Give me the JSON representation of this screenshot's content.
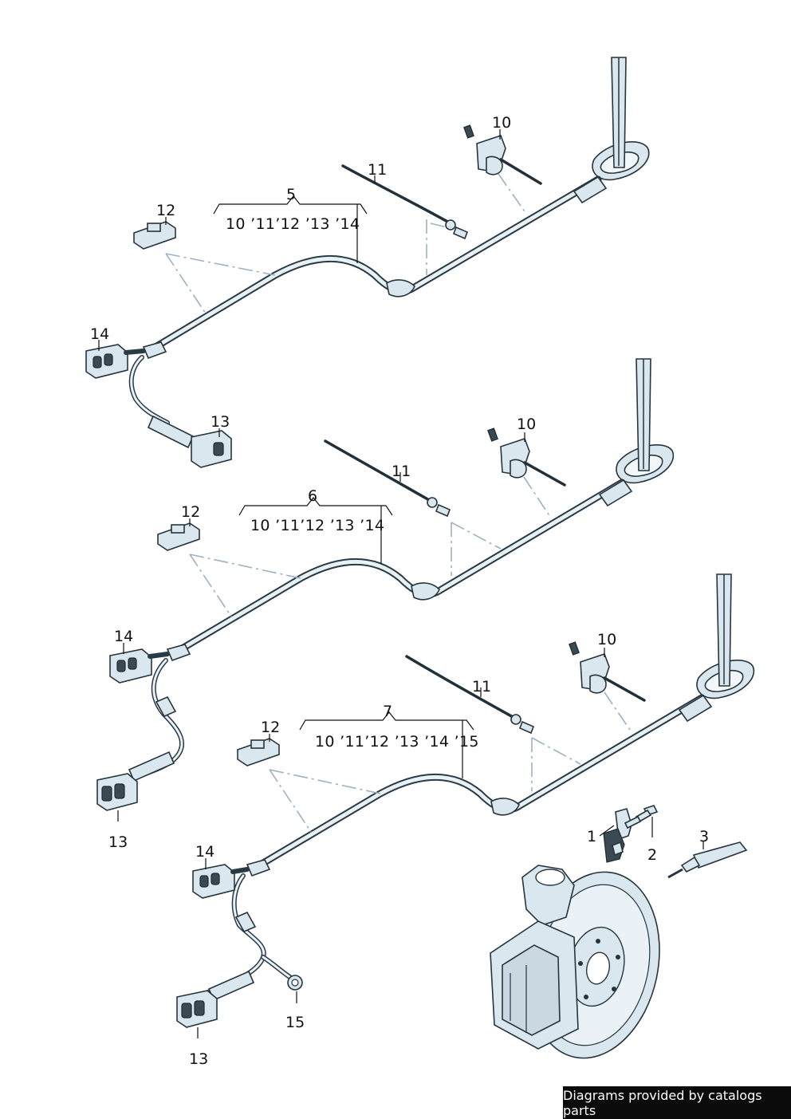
{
  "callouts": {
    "set1": {
      "wire": "5",
      "years": "10 ’11’12 ’13 ’14",
      "clip": "10",
      "tie": "11",
      "bracket": "12",
      "connector_a": "13",
      "connector_b": "14"
    },
    "set2": {
      "wire": "6",
      "years": "10 ’11’12 ’13 ’14",
      "clip": "10",
      "tie": "11",
      "bracket": "12",
      "connector_a": "13",
      "connector_b": "14"
    },
    "set3": {
      "wire": "7",
      "years": "10 ’11’12 ’13 ’14 ’15",
      "clip": "10",
      "tie": "11",
      "bracket": "12",
      "connector_a": "13",
      "connector_b": "14",
      "ring_terminal": "15"
    },
    "sensor": "1",
    "bolt": "2",
    "grease": "3"
  },
  "footer": {
    "text": "Diagrams provided by catalogs parts"
  },
  "colors": {
    "line": "#2a3a44",
    "fill": "#dbe7ee",
    "dash": "#9db2c2",
    "footer_bg": "#0b0b0b"
  },
  "icons": [
    "wire-harness",
    "cable-clip",
    "cable-tie",
    "mounting-bracket",
    "plug-connector",
    "speed-sensor",
    "hex-bolt",
    "grease-tube",
    "brake-disc-assembly"
  ]
}
